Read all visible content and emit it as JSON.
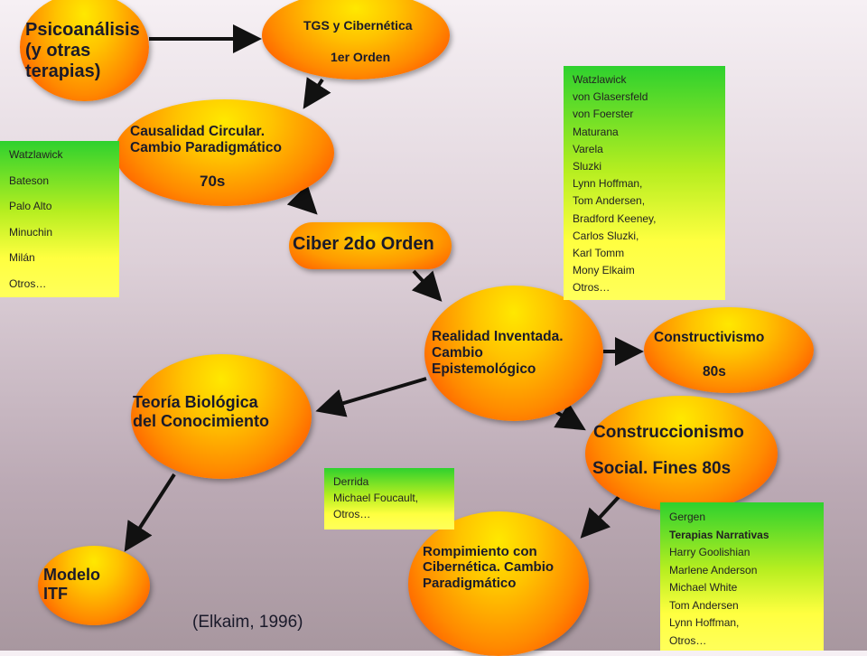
{
  "diagram": {
    "nodes": {
      "psicoanalisis": "Psicoanálisis\n(y otras\nterapias)",
      "tgs_title": "TGS y Cibernética",
      "tgs_sub": "1er Orden",
      "causalidad": "Causalidad Circular.\nCambio Paradigmático",
      "causalidad_sub": "70s",
      "ciber2": "Ciber 2do Orden",
      "realidad": "Realidad Inventada.\nCambio\nEpistemológico",
      "constructivismo": "Constructivismo",
      "constructivismo_sub": "80s",
      "teoria": "Teoría Biológica\ndel Conocimiento",
      "construccionismo": "Construccionismo",
      "construccionismo_sub": "Social.  Fines 80s",
      "rompimiento": "Rompimiento con\nCibernética. Cambio\nParadigmático",
      "modelo": "Modelo\nITF"
    },
    "boxes": {
      "left": [
        "Watzlawick",
        "Bateson",
        "Palo Alto",
        "Minuchin",
        "Milán",
        "Otros…"
      ],
      "right": [
        "Watzlawick",
        "von Glasersfeld",
        "von Foerster",
        "Maturana",
        "Varela",
        "Sluzki",
        "Lynn Hoffman,",
        "Tom Andersen,",
        "Bradford Keeney,",
        "Carlos Sluzki,",
        "Karl Tomm",
        "Mony Elkaim",
        "Otros…"
      ],
      "derrida": [
        "Derrida",
        "Michael Foucault,",
        "Otros…"
      ],
      "gergen": [
        "Gergen",
        "Terapias Narrativas",
        "Harry Goolishian",
        "Marlene Anderson",
        "Michael White",
        "Tom Andersen",
        "Lynn Hoffman,",
        "Otros…"
      ],
      "gergen_bold_index": 1
    },
    "citation": "(Elkaim, 1996)"
  },
  "colors": {
    "node_center": "#ffe800",
    "node_edge": "#ff3c00",
    "box_top": "#2ed12e",
    "box_bottom": "#ffff5a",
    "arrow": "#111111"
  }
}
